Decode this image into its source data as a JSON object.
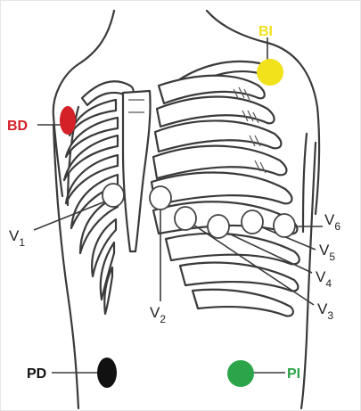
{
  "limb_leads": [
    {
      "label": "BD",
      "color": "#d42027"
    },
    {
      "label": "BI",
      "color": "#f2e21c"
    },
    {
      "label": "PD",
      "color": "#111111"
    },
    {
      "label": "PI",
      "color": "#2ca54a"
    }
  ],
  "chest_leads": [
    {
      "letter": "V",
      "sub": "1"
    },
    {
      "letter": "V",
      "sub": "2"
    },
    {
      "letter": "V",
      "sub": "3"
    },
    {
      "letter": "V",
      "sub": "4"
    },
    {
      "letter": "V",
      "sub": "5"
    },
    {
      "letter": "V",
      "sub": "6"
    }
  ],
  "chest_electrode_color": "#ffffff",
  "line_color": "#3a3a3a"
}
